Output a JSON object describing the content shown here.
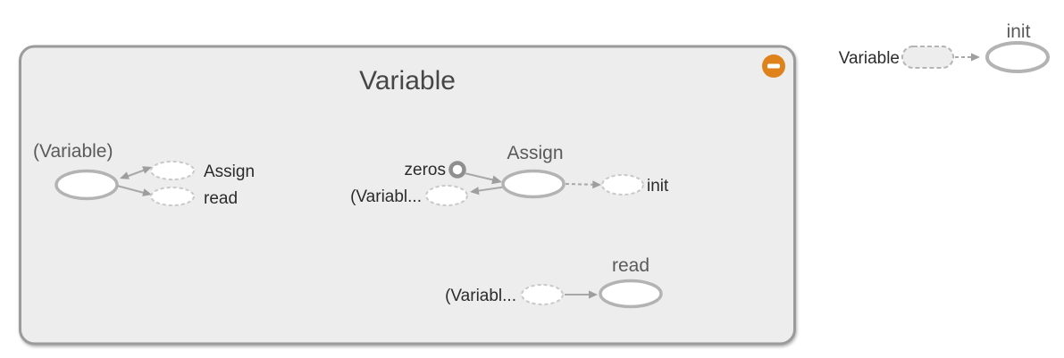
{
  "colors": {
    "background": "#ffffff",
    "group_fill": "#ededed",
    "group_border": "#9b9b9b",
    "node_fill": "#ffffff",
    "node_stroke": "#b3b3b3",
    "const_stroke": "#8f8f8f",
    "dashed_stroke": "#c9c9c9",
    "stadium_stroke": "#b5b5b5",
    "edge": "#a8a8a8",
    "arrowhead": "#9e9e9e",
    "collapse_button": "#e0821b",
    "group_title_text": "#464646",
    "title_text": "#5a5a5a",
    "label_text": "#2b2b2b"
  },
  "group_node": {
    "title": "Variable"
  },
  "internal": {
    "bridge": {
      "title": "(Variable)",
      "out_assign_label": "Assign",
      "out_read_label": "read"
    },
    "assign": {
      "title": "Assign",
      "in_zeros_label": "zeros",
      "in_variable_label": "(Variabl...",
      "out_init_label": "init"
    },
    "read": {
      "title": "read",
      "in_variable_label": "(Variabl..."
    }
  },
  "external": {
    "variable_label": "Variable",
    "init_title": "init"
  }
}
